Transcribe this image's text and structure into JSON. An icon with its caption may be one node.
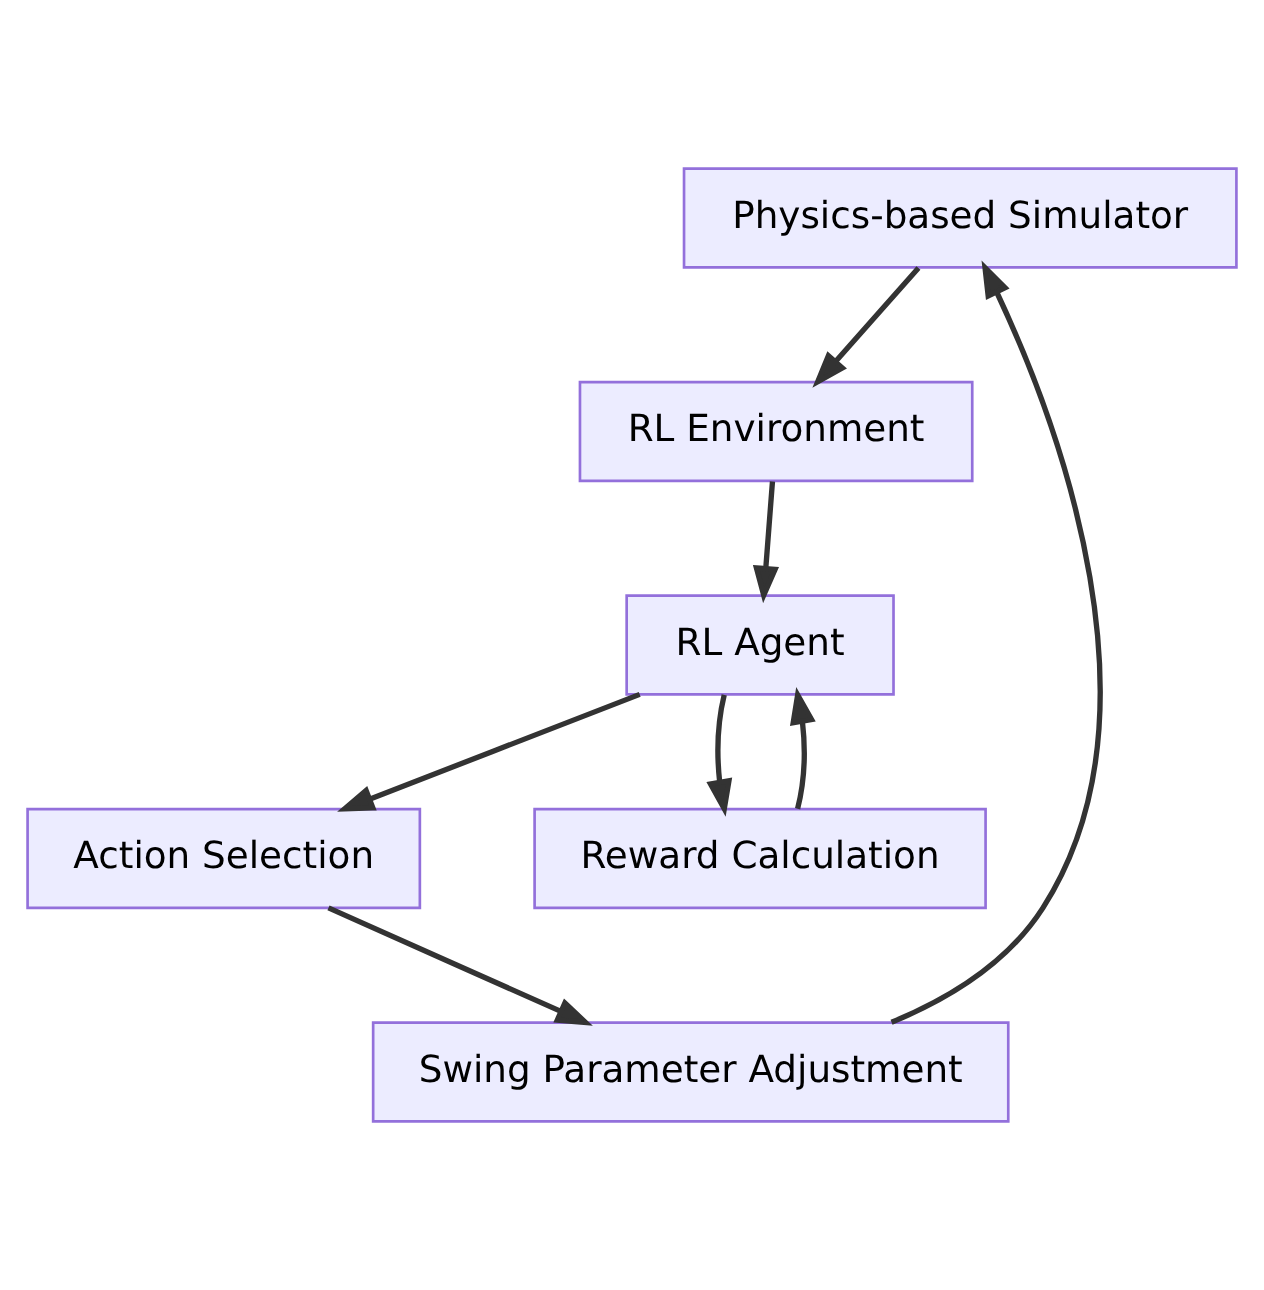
{
  "diagram": {
    "nodes": [
      {
        "text": [
          "Physics-based Simulator"
        ]
      },
      {
        "text": [
          "RL Environment"
        ]
      },
      {
        "text": [
          "RL Agent"
        ]
      },
      {
        "text": [
          "Action Selection"
        ]
      },
      {
        "text": [
          "Reward Calculation"
        ]
      },
      {
        "text": [
          "Swing Parameter Adjustment"
        ]
      }
    ],
    "edges": [
      {
        "from": 0,
        "to": 1,
        "arrow": "to"
      },
      {
        "from": 1,
        "to": 2,
        "arrow": "to"
      },
      {
        "from": 2,
        "to": 3,
        "arrow": "to"
      },
      {
        "from": 2,
        "to": 4,
        "arrow": "to"
      },
      {
        "from": 4,
        "to": 2,
        "arrow": "to"
      },
      {
        "from": 3,
        "to": 5,
        "arrow": "to"
      },
      {
        "from": 5,
        "to": 0,
        "arrow": "to"
      }
    ]
  }
}
